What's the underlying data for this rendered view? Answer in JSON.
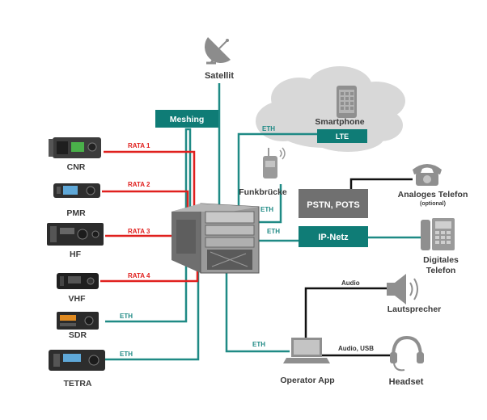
{
  "colors": {
    "teal": "#1f8a85",
    "teal_box": "#0f7c76",
    "red": "#e0201e",
    "black": "#111111",
    "grey_box": "#707070",
    "text": "#3a3a3a",
    "cloud": "#d8d8d8"
  },
  "top": {
    "satellite": "Satellit",
    "meshing": "Meshing"
  },
  "cloud": {
    "smartphone": "Smartphone",
    "lte": "LTE",
    "eth": "ETH"
  },
  "radios": [
    {
      "label": "CNR",
      "link": "RATA 1"
    },
    {
      "label": "PMR",
      "link": "RATA 2"
    },
    {
      "label": "HF",
      "link": "RATA 3"
    },
    {
      "label": "VHF",
      "link": "RATA 4"
    },
    {
      "label": "SDR",
      "link": "ETH"
    },
    {
      "label": "TETRA",
      "link": "ETH"
    }
  ],
  "funk": {
    "label": "Funkbrücke",
    "link": "ETH"
  },
  "pstn": {
    "label": "PSTN, POTS"
  },
  "ipnetz": {
    "label": "IP-Netz",
    "link": "ETH"
  },
  "analog": {
    "label": "Analoges Telefon",
    "note": "(optional)"
  },
  "digital": {
    "line1": "Digitales",
    "line2": "Telefon"
  },
  "operator": {
    "label": "Operator App",
    "link": "ETH"
  },
  "speaker": {
    "label": "Lautsprecher",
    "link": "Audio"
  },
  "headset": {
    "label": "Headset",
    "link": "Audio, USB"
  }
}
